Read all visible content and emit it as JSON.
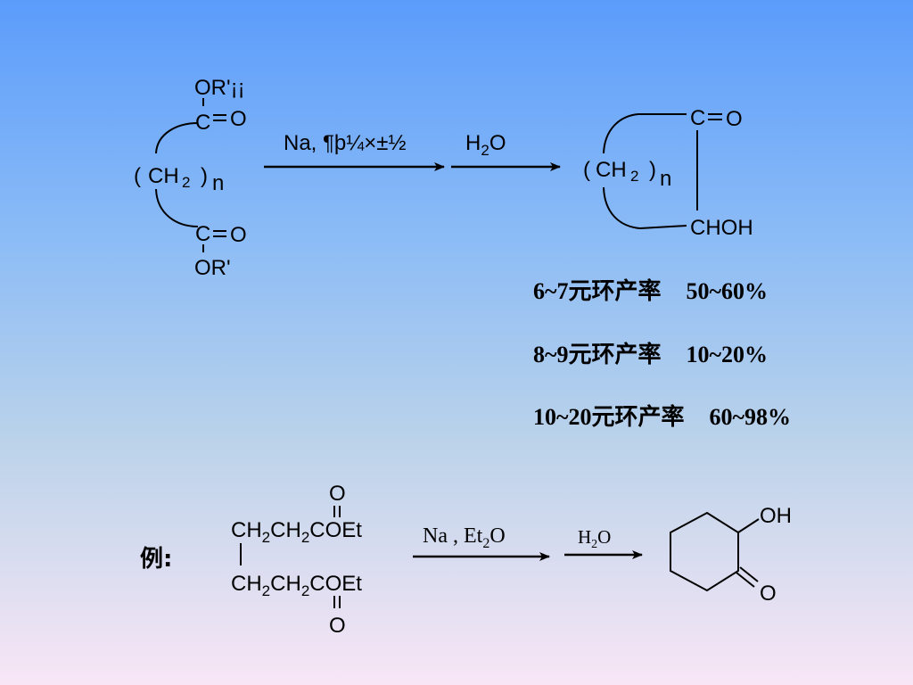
{
  "general_reaction": {
    "reactant": {
      "top_ester": "OR'¡¡",
      "carbonyl_c": "C",
      "carbonyl_o": "O",
      "chain_group": "CH",
      "chain_h_sub": "2",
      "chain_repeat": "n",
      "bottom_ester": "OR'",
      "open_paren": "(",
      "close_paren": ")"
    },
    "reagent_1": "Na, ¶þ¼×±½",
    "reagent_2_main": "H",
    "reagent_2_sub": "2",
    "reagent_2_tail": "O",
    "product": {
      "ketone_c": "C",
      "ketone_o": "O",
      "alcohol": "CHOH",
      "chain_group": "CH",
      "chain_h_sub": "2",
      "chain_repeat": "n",
      "open_paren": "(",
      "close_paren": ")"
    }
  },
  "yields": [
    {
      "ring": "6~7元环产率",
      "value": "50~60%"
    },
    {
      "ring": "8~9元环产率",
      "value": "10~20%"
    },
    {
      "ring": "10~20元环产率",
      "value": "60~98%"
    }
  ],
  "example": {
    "label": "例:",
    "top_chain": {
      "p1": "CH",
      "s1": "2",
      "p2": "CH",
      "s2": "2",
      "p3": "COEt"
    },
    "bottom_chain": {
      "p1": "CH",
      "s1": "2",
      "p2": "CH",
      "s2": "2",
      "p3": "COEt"
    },
    "top_carbonyl_o": "O",
    "bottom_carbonyl_o": "O",
    "reagent_1": {
      "p1": "Na , Et",
      "s1": "2",
      "p2": "O"
    },
    "reagent_2": {
      "p1": "H",
      "s1": "2",
      "p2": "O"
    },
    "product_oh": "OH",
    "product_o": "O"
  }
}
